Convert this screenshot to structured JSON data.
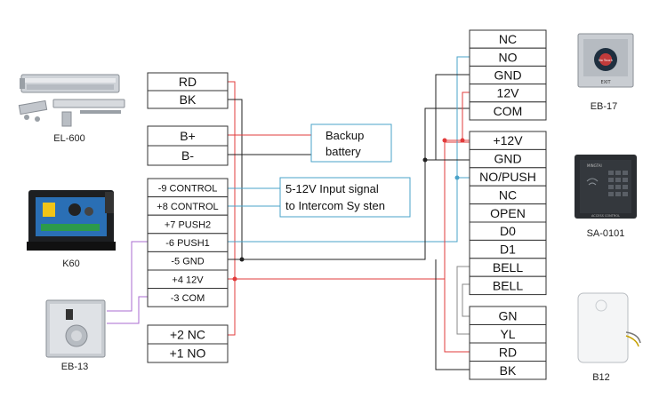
{
  "devices": {
    "el600": "EL-600",
    "k60": "K60",
    "eb13": "EB-13",
    "eb17": "EB-17",
    "sa0101": "SA-0101",
    "b12": "B12",
    "eb17_sign_top": "No Touch",
    "eb17_sign_bottom": "EXIT",
    "sa0101_brand": "MINGTAI",
    "sa0101_bottom": "ACCESS CONTROL"
  },
  "left_blocks": {
    "lock": [
      "RD",
      "BK"
    ],
    "battery": [
      "B+",
      "B-"
    ],
    "controller": [
      "-9 CONTROL",
      "+8 CONTROL",
      "+7 PUSH2",
      "-6 PUSH1",
      "-5 GND",
      "+4 12V",
      "-3 COM"
    ],
    "relay": [
      "+2 NC",
      "+1 NO"
    ]
  },
  "notes": {
    "backup_line1": "Backup",
    "backup_line2": "battery",
    "input_line1": "5-12V Input signal",
    "input_line2": "to Intercom Sy sten"
  },
  "right_blocks": {
    "exit": [
      "NC",
      "NO",
      "GND",
      "12V",
      "COM"
    ],
    "keypad": [
      "+12V",
      "GND",
      "NO/PUSH",
      "NC",
      "OPEN",
      "D0",
      "D1",
      "BELL",
      "BELL"
    ],
    "bell": [
      "GN",
      "YL",
      "RD",
      "BK"
    ]
  },
  "colors": {
    "red": "#e23b3b",
    "blue": "#4aa3c9",
    "purple": "#a86bd0",
    "black": "#222222",
    "gray": "#888888"
  }
}
